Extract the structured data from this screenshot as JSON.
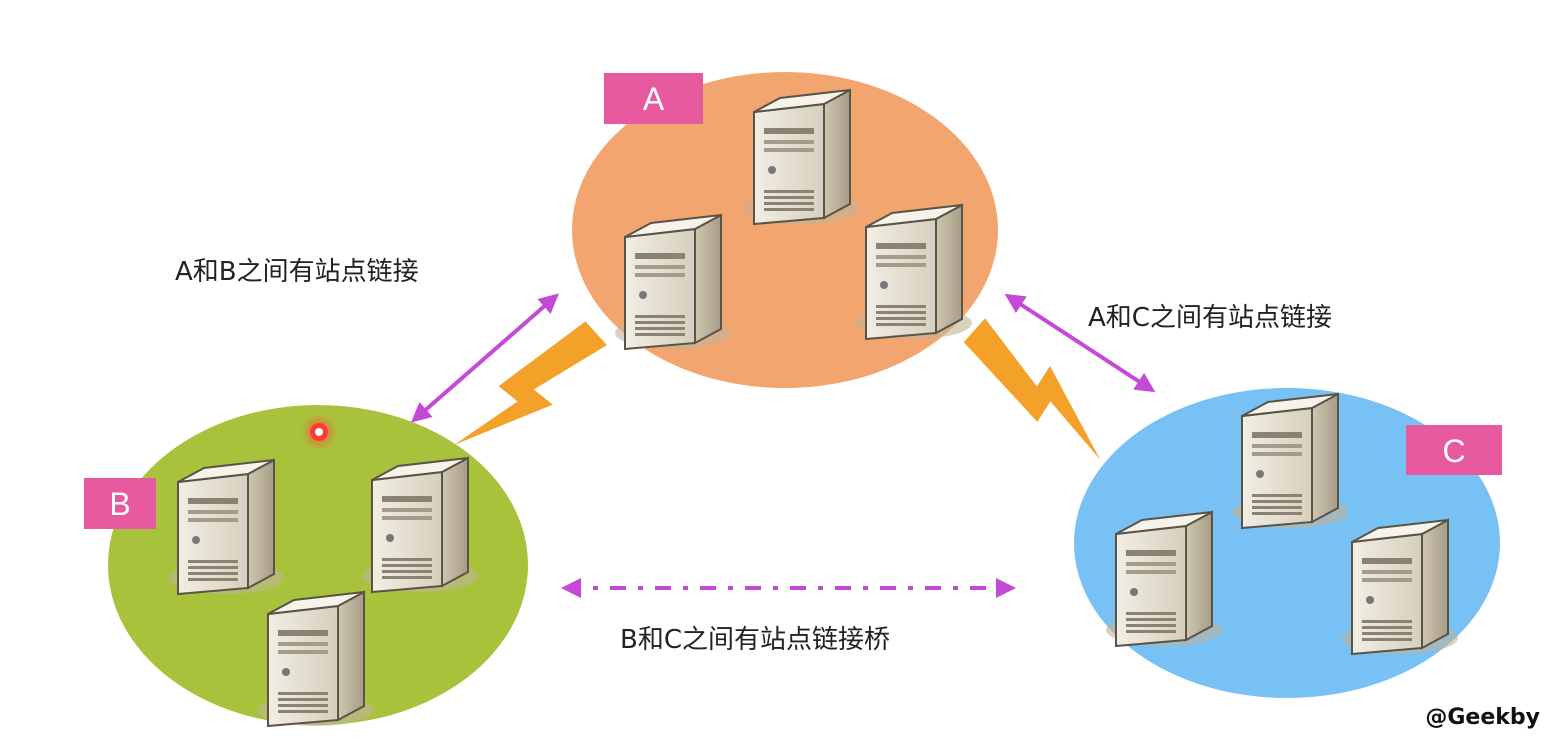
{
  "colors": {
    "site_a": "#f2a56f",
    "site_b": "#a9c23b",
    "site_c": "#77c1f4",
    "label_bg": "#e85aa0",
    "link_arrow": "#c449d6",
    "bolt": "#f4a12a"
  },
  "sites": {
    "a": {
      "label": "A",
      "server_count": 3
    },
    "b": {
      "label": "B",
      "server_count": 3
    },
    "c": {
      "label": "C",
      "server_count": 3
    }
  },
  "links": {
    "ab": "A和B之间有站点链接",
    "ac": "A和C之间有站点链接",
    "bc": "B和C之间有站点链接桥"
  },
  "watermark": "@Geekby",
  "icons": {
    "server": "server-tower-icon",
    "bolt": "lightning-bolt-icon",
    "marker": "red-dot-marker-icon"
  }
}
